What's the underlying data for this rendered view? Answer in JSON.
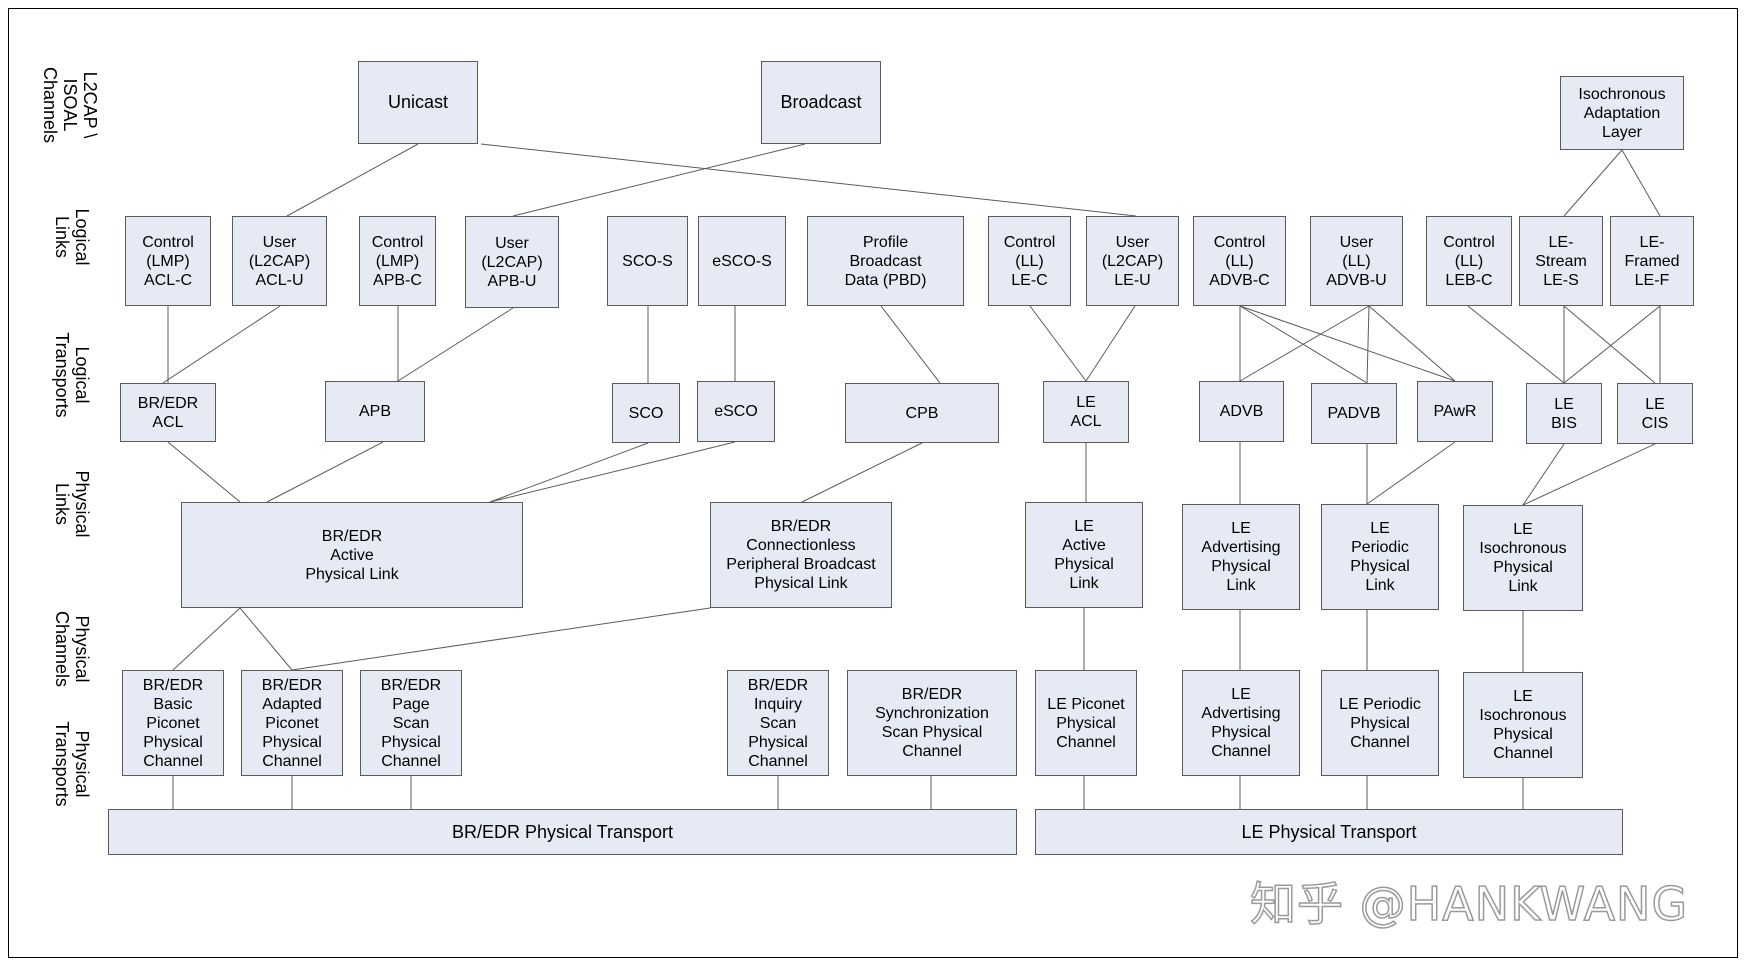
{
  "row_labels": {
    "channels": "L2CAP \\\nISOAL\nChannels",
    "logical_links": "Logical\nLinks",
    "logical_transports": "Logical\nTransports",
    "physical_links": "Physical\nLinks",
    "physical_channels": "Physical\nChannels",
    "physical_transports": "Physical\nTransports"
  },
  "channels": {
    "unicast": "Unicast",
    "broadcast": "Broadcast",
    "isoal": "Isochronous\nAdaptation\nLayer"
  },
  "logical_links": {
    "acl_c": "Control\n(LMP)\nACL-C",
    "acl_u": "User\n(L2CAP)\nACL-U",
    "apb_c": "Control\n(LMP)\nAPB-C",
    "apb_u": "User\n(L2CAP)\nAPB-U",
    "sco_s": "SCO-S",
    "esco_s": "eSCO-S",
    "pbd": "Profile\nBroadcast\nData (PBD)",
    "le_c": "Control\n(LL)\nLE-C",
    "le_u": "User\n(L2CAP)\nLE-U",
    "advb_c": "Control\n(LL)\nADVB-C",
    "advb_u": "User\n(LL)\nADVB-U",
    "leb_c": "Control\n(LL)\nLEB-C",
    "le_s": "LE-\nStream\nLE-S",
    "le_f": "LE-\nFramed\nLE-F"
  },
  "logical_transports": {
    "bredr_acl": "BR/EDR\nACL",
    "apb": "APB",
    "sco": "SCO",
    "esco": "eSCO",
    "cpb": "CPB",
    "le_acl": "LE\nACL",
    "advb": "ADVB",
    "padvb": "PADVB",
    "pawr": "PAwR",
    "le_bis": "LE\nBIS",
    "le_cis": "LE\nCIS"
  },
  "physical_links": {
    "bredr_active": "BR/EDR\nActive\nPhysical Link",
    "bredr_cpb": "BR/EDR\nConnectionless\nPeripheral Broadcast\nPhysical Link",
    "le_active": "LE\nActive\nPhysical\nLink",
    "le_adv": "LE\nAdvertising\nPhysical\nLink",
    "le_periodic": "LE\nPeriodic\nPhysical\nLink",
    "le_iso": "LE\nIsochronous\nPhysical\nLink"
  },
  "physical_channels": {
    "basic_piconet": "BR/EDR\nBasic\nPiconet\nPhysical\nChannel",
    "adapted_piconet": "BR/EDR\nAdapted\nPiconet\nPhysical\nChannel",
    "page_scan": "BR/EDR\nPage\nScan\nPhysical\nChannel",
    "inquiry_scan": "BR/EDR\nInquiry\nScan\nPhysical\nChannel",
    "sync_scan": "BR/EDR\nSynchronization\nScan Physical\nChannel",
    "le_piconet": "LE Piconet\nPhysical\nChannel",
    "le_adv": "LE\nAdvertising\nPhysical\nChannel",
    "le_periodic": "LE Periodic\nPhysical\nChannel",
    "le_iso": "LE\nIsochronous\nPhysical\nChannel"
  },
  "physical_transports": {
    "bredr": "BR/EDR Physical Transport",
    "le": "LE Physical Transport"
  },
  "watermark": "知乎 @HANKWANG",
  "colors": {
    "box_fill": "#e6eaf4",
    "box_border": "#5b5b5b",
    "line": "#5b5b5b"
  }
}
